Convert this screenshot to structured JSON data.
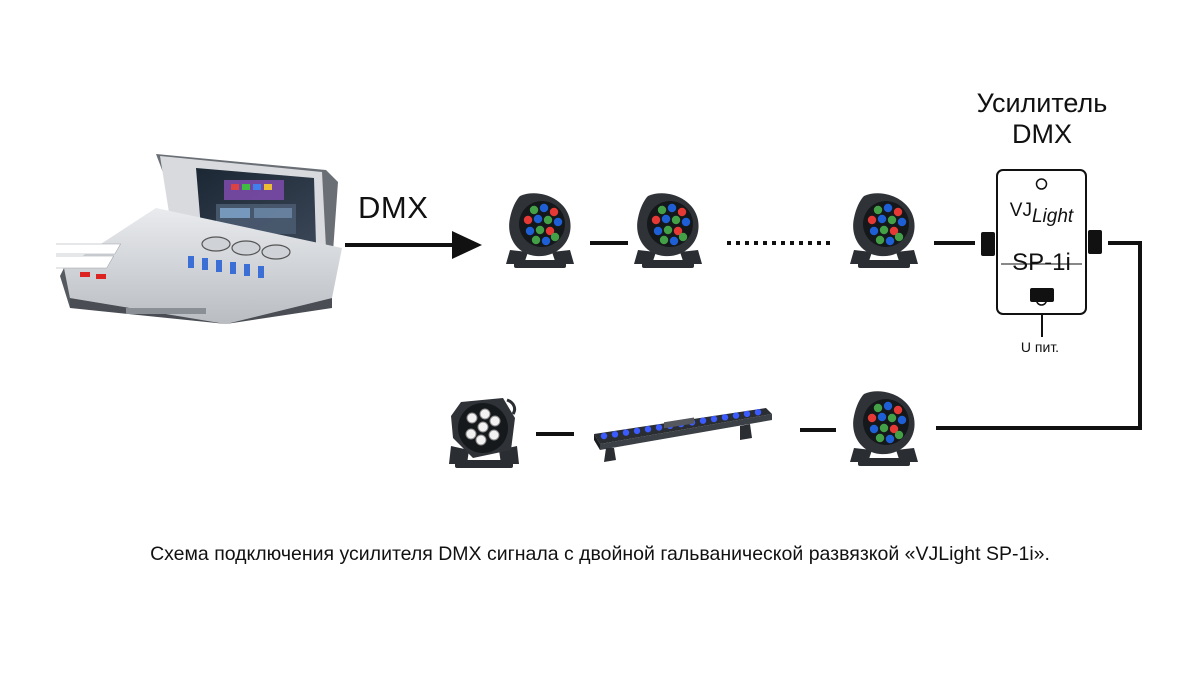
{
  "amplifier": {
    "title_line1": "Усилитель",
    "title_line2": "DMX",
    "brand_main": "VJ",
    "brand_sub": "Light",
    "model": "SP-1i",
    "power_label": "U пит."
  },
  "signal_label": "DMX",
  "caption": "Схема подключения усилителя DMX сигнала с двойной гальванической развязкой «VJLight SP-1i».",
  "colors": {
    "line": "#111111",
    "led_red": "#e53935",
    "led_green": "#43a047",
    "led_blue": "#1e5fd6",
    "body": "#2a2e33",
    "bar_glow": "#3b5bff"
  },
  "icons": [
    "lighting-console-icon",
    "led-par-icon",
    "led-bar-icon",
    "spot-7led-icon"
  ]
}
